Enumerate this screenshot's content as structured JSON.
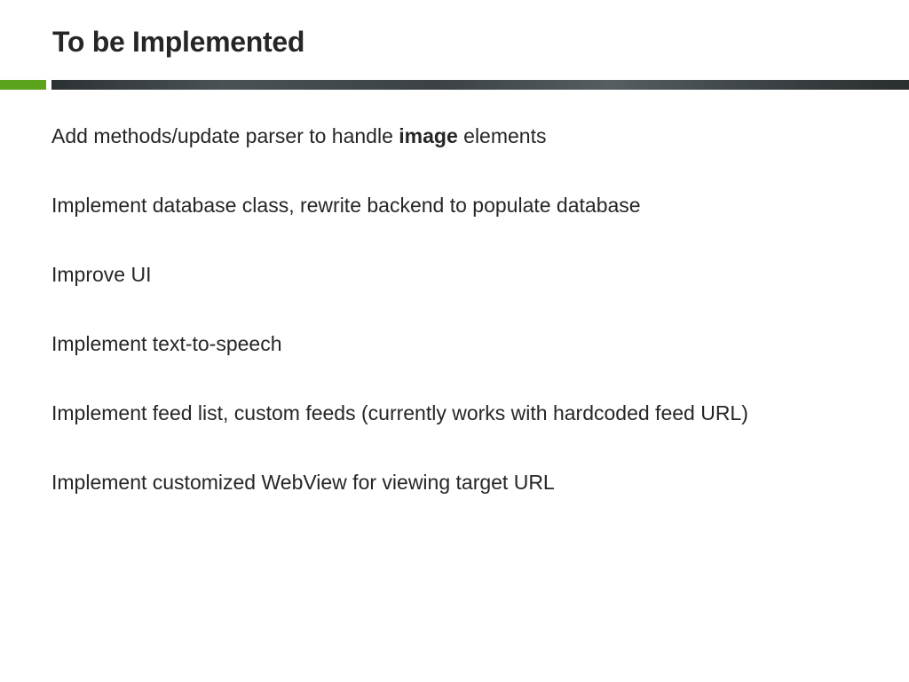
{
  "slide": {
    "title": "To be Implemented",
    "colors": {
      "accent": "#5ba31d",
      "rule": "#3b4144",
      "text": "#262626"
    },
    "bullets": [
      {
        "pre": "Add methods/update parser to handle ",
        "bold": "image",
        "post": " elements"
      },
      {
        "text": "Implement database class, rewrite backend to populate database"
      },
      {
        "text": "Improve UI"
      },
      {
        "text": "Implement text-to-speech"
      },
      {
        "text": "Implement feed list, custom feeds (currently works with hardcoded feed URL)"
      },
      {
        "text": "Implement customized WebView for viewing target URL"
      }
    ]
  }
}
